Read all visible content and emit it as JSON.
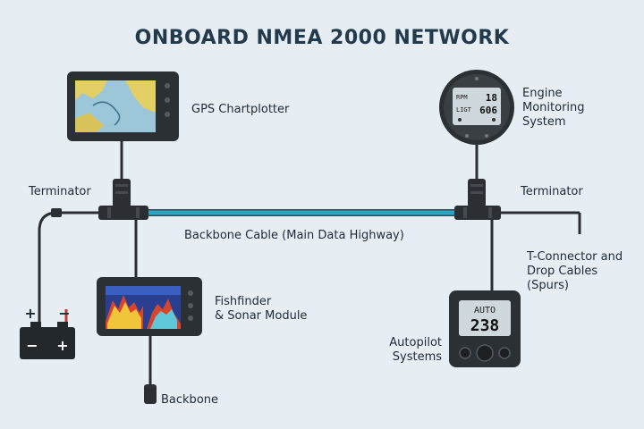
{
  "title": "ONBOARD NMEA 2000 NETWORK",
  "labels": {
    "gps": "GPS Chartplotter",
    "engine": [
      "Engine",
      "Monitoring",
      "System"
    ],
    "terminator_left": "Terminator",
    "terminator_right": "Terminator",
    "backbone_cable": "Backbone Cable (Main Data Highway)",
    "tconnector": [
      "T-Connector and",
      "Drop Cables",
      "(Spurs)"
    ],
    "fishfinder": [
      "Fishfinder",
      "& Sonar Module"
    ],
    "autopilot": [
      "Autopilot",
      "Systems"
    ],
    "backbone": "Backbone"
  },
  "engine_gauge": {
    "rows": [
      {
        "key": "RPM",
        "value": "18"
      },
      {
        "key": "LIGT",
        "value": "606"
      }
    ]
  },
  "autopilot_display": {
    "mode": "AUTO",
    "heading": "238"
  },
  "battery": {
    "top_plus": "+",
    "top_minus": "−",
    "bottom_minus": "−",
    "bottom_plus": "+"
  },
  "colors": {
    "background": "#e6eef3",
    "backbone": "#2aa6c2",
    "cable": "#2b2f33",
    "device": "#2b3034"
  }
}
